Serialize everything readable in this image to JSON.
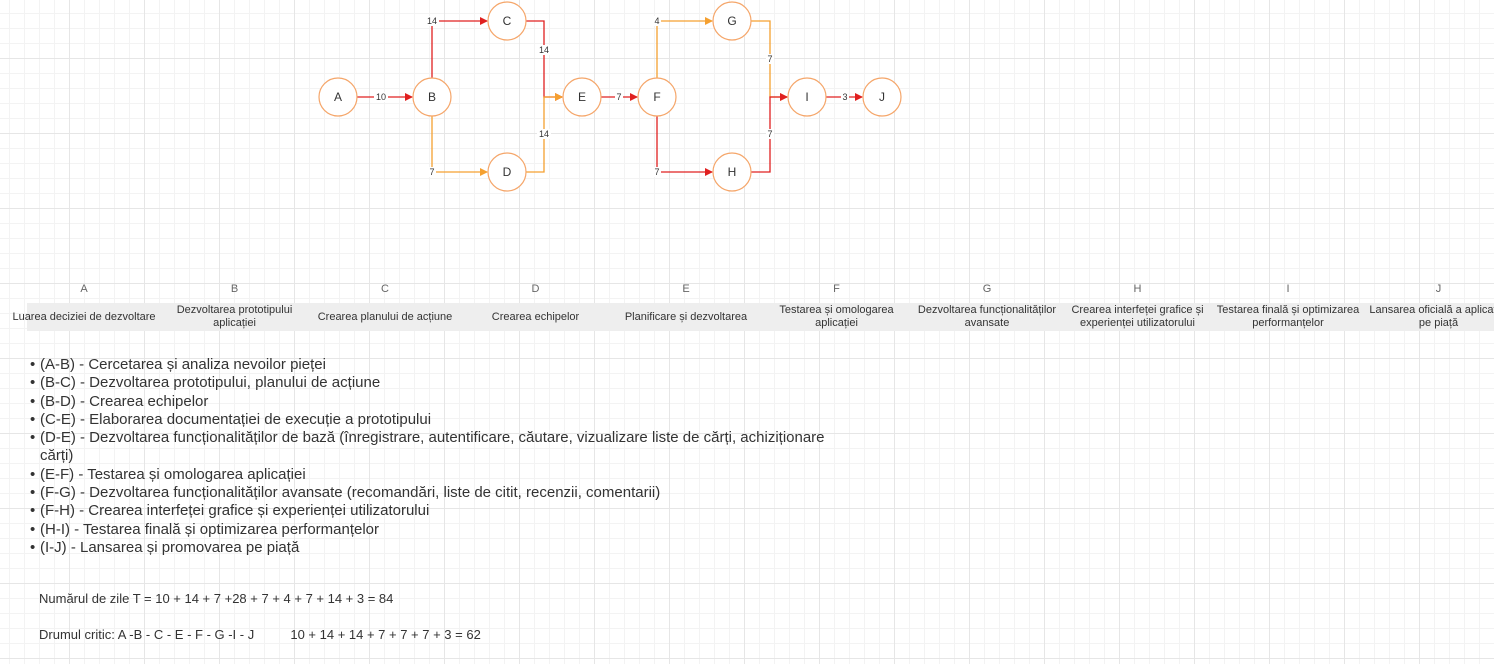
{
  "nodes": [
    {
      "id": "A",
      "label": "A"
    },
    {
      "id": "B",
      "label": "B"
    },
    {
      "id": "C",
      "label": "C"
    },
    {
      "id": "D",
      "label": "D"
    },
    {
      "id": "E",
      "label": "E"
    },
    {
      "id": "F",
      "label": "F"
    },
    {
      "id": "G",
      "label": "G"
    },
    {
      "id": "H",
      "label": "H"
    },
    {
      "id": "I",
      "label": "I"
    },
    {
      "id": "J",
      "label": "J"
    }
  ],
  "edges": [
    {
      "from": "A",
      "to": "B",
      "duration": "10",
      "color": "#e02020"
    },
    {
      "from": "B",
      "to": "C",
      "duration": "14",
      "color": "#e02020"
    },
    {
      "from": "B",
      "to": "D",
      "duration": "7",
      "color": "#f5a030"
    },
    {
      "from": "C",
      "to": "E",
      "duration": "14",
      "color": "#e02020"
    },
    {
      "from": "D",
      "to": "E",
      "duration": "14",
      "color": "#f5a030"
    },
    {
      "from": "E",
      "to": "F",
      "duration": "7",
      "color": "#e02020"
    },
    {
      "from": "F",
      "to": "G",
      "duration": "4",
      "color": "#f5a030"
    },
    {
      "from": "F",
      "to": "H",
      "duration": "7",
      "color": "#e02020"
    },
    {
      "from": "G",
      "to": "I",
      "duration": "7",
      "color": "#f5a030"
    },
    {
      "from": "H",
      "to": "I",
      "duration": "7",
      "color": "#e02020"
    },
    {
      "from": "I",
      "to": "J",
      "duration": "3",
      "color": "#e02020"
    }
  ],
  "task_table": [
    {
      "letter": "A",
      "task": "Luarea deciziei de dezvoltare"
    },
    {
      "letter": "B",
      "task": "Dezvoltarea prototipului aplicației"
    },
    {
      "letter": "C",
      "task": "Crearea planului de acțiune"
    },
    {
      "letter": "D",
      "task": "Crearea echipelor"
    },
    {
      "letter": "E",
      "task": "Planificare și dezvoltarea"
    },
    {
      "letter": "F",
      "task": "Testarea și omologarea aplicației"
    },
    {
      "letter": "G",
      "task": "Dezvoltarea funcționalităților avansate"
    },
    {
      "letter": "H",
      "task": "Crearea interfeței grafice și experienței utilizatorului"
    },
    {
      "letter": "I",
      "task": "Testarea finală și optimizarea performanțelor"
    },
    {
      "letter": "J",
      "task": "Lansarea oficială a aplicației pe piață"
    }
  ],
  "activities": [
    "(A-B) - Cercetarea și analiza nevoilor pieței",
    "(B-C) - Dezvoltarea prototipului, planului de acțiune",
    "(B-D) - Crearea echipelor",
    "(C-E) - Elaborarea documentației de execuție a prototipului",
    "(D-E) - Dezvoltarea funcționalităților de bază (înregistrare, autentificare, căutare, vizualizare liste de cărți, achiziționare cărți)",
    "(E-F) - Testarea și omologarea aplicației",
    "(F-G) - Dezvoltarea funcționalităților avansate (recomandări, liste de citit, recenzii, comentarii)",
    "(F-H) - Crearea interfeței grafice și experienței utilizatorului",
    "(H-I) - Testarea finală și optimizarea performanțelor",
    "(I-J) - Lansarea și promovarea pe piață"
  ],
  "summary": {
    "total_days": "Numărul de zile T = 10 + 14 + 7 +28 + 7 + 4 + 7 + 14 + 3 = 84",
    "critical_path": "Drumul critic: A -B - C - E - F - G -I - J          10 + 14 + 14 + 7 + 7 + 7 + 3 = 62"
  }
}
